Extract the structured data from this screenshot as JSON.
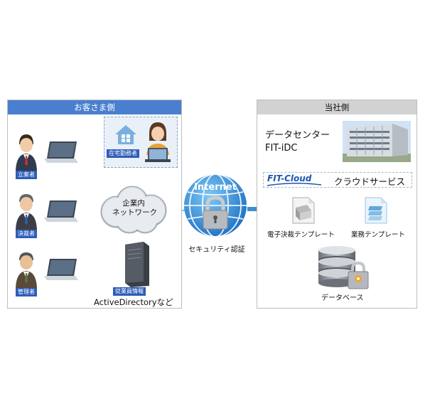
{
  "left_panel": {
    "header": "お客さま側"
  },
  "right_panel": {
    "header": "当社側"
  },
  "users": [
    {
      "role": "立案者"
    },
    {
      "role": "決裁者"
    },
    {
      "role": "管理者"
    }
  ],
  "remote": {
    "role": "在宅勤務者"
  },
  "cloud": {
    "line1": "企業内",
    "line2": "ネットワーク"
  },
  "server": {
    "label": "従業員情報",
    "caption": "ActiveDirectoryなど"
  },
  "internet": {
    "label": "Internet",
    "caption": "セキュリティ認証"
  },
  "datacenter": {
    "line1": "データセンター",
    "line2": "FIT-iDC"
  },
  "service": {
    "logo": "FIT-Cloud",
    "title": "クラウドサービス"
  },
  "templates": [
    {
      "label": "電子決裁テンプレート"
    },
    {
      "label": "業務テンプレート"
    }
  ],
  "database": {
    "label": "データベース"
  },
  "colors": {
    "accent_blue": "#4a7fd0",
    "label_blue": "#2d5db8",
    "line_blue": "#3b8fd4"
  }
}
